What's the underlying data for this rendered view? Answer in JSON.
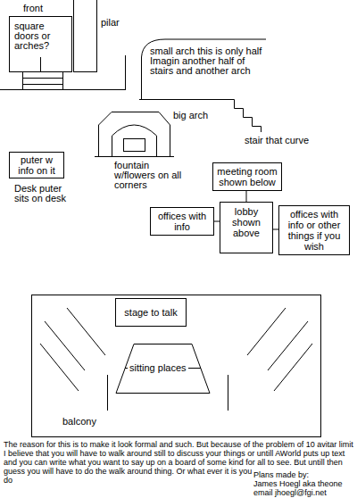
{
  "diagram": {
    "nodes": [
      {
        "text": [
          "puter w info on it"
        ]
      },
      {
        "text": [
          "meeting room shown below"
        ]
      },
      {
        "text": [
          "offices with info"
        ]
      },
      {
        "text": [
          "lobby shown above"
        ]
      },
      {
        "text": [
          "offices with info or other things if you wish"
        ]
      },
      {
        "text": [
          "balcony"
        ]
      },
      {
        "text": [
          "stage to talk"
        ],
        "in": 5
      }
    ],
    "edges": [
      {
        "from": 3,
        "to": 1,
        "arrow": "none"
      },
      {
        "from": 3,
        "to": 2,
        "arrow": "none"
      },
      {
        "from": 3,
        "to": 4,
        "arrow": "none"
      }
    ],
    "labels": [
      "front",
      "square doors or arches?",
      "pilar",
      "small arch this is only half Imagin another half of stairs and another arch",
      "stair that curve",
      "big arch",
      "fountain w/flowers on all corners",
      "Desk puter sits on desk",
      "sitting places",
      "The reason for this is to make it look formal and such. But because of the problem of 10 avitar limit I believe that you will have to walk around still to discuss your things or untill AWorld puts up text and you can write what you want to say up on a board of some kind for all to see. But untill then guess you will have to do the walk around thing. Or what ever it is you do",
      "Plans made by:",
      "James Hoegl aka theone",
      "email jhoegl@fgi.net"
    ]
  }
}
